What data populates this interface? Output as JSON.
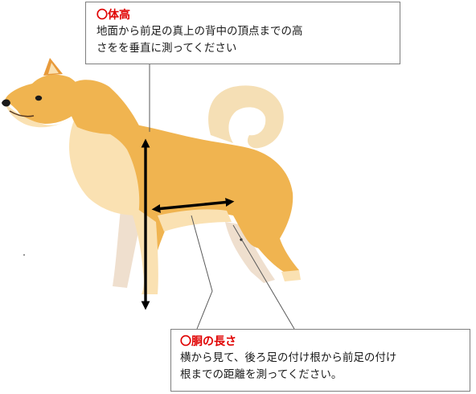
{
  "callouts": {
    "height": {
      "title": "〇体高",
      "body_line1": "地面から前足の真上の背中の頂点までの高",
      "body_line2": "さをを垂直に測ってください"
    },
    "length": {
      "title": "〇胴の長さ",
      "body_line1": "横から見て、後ろ足の付け根から前足の付け",
      "body_line2": "根までの距離を測ってください。"
    }
  },
  "colors": {
    "coat_main": "#f0b450",
    "coat_cream": "#fae1b2",
    "coat_pale_leg": "#eedccb",
    "arrow": "#000000",
    "title_red": "#e00000",
    "leader_line": "#5a5a5a"
  }
}
